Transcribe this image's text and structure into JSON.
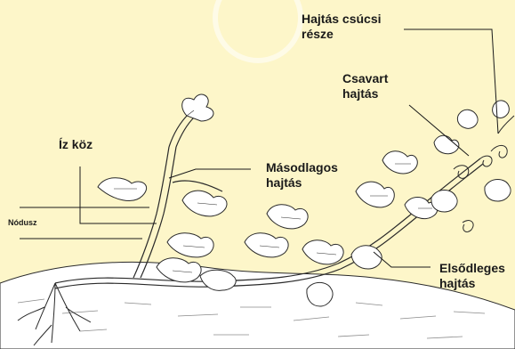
{
  "labels": {
    "apex": "Hajtás csúcsi\nrésze",
    "twining": "Csavart\nhajtás",
    "internode": "Íz köz",
    "secondary": "Másodlagos\nhajtás",
    "node": "Nódusz",
    "primary": "Elsődleges\nhajtás"
  },
  "colors": {
    "background": "#fdf6c9",
    "line": "#2a2a2a",
    "soil": "#ffffff"
  }
}
